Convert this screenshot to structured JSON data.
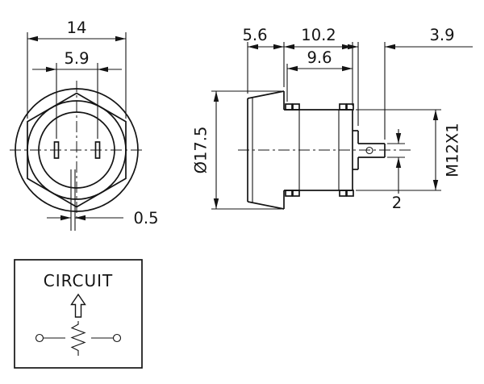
{
  "front_view": {
    "dims": {
      "width": "14",
      "slot_spacing": "5.9",
      "slot_width": "0.5"
    }
  },
  "side_view": {
    "dims": {
      "head_length": "5.6",
      "body_length": "10.2",
      "pin_length": "3.9",
      "thread_length": "9.6",
      "head_diameter": "Ø17.5",
      "thread_spec": "M12X1",
      "pin_thickness": "2"
    }
  },
  "circuit": {
    "label": "CIRCUIT"
  }
}
